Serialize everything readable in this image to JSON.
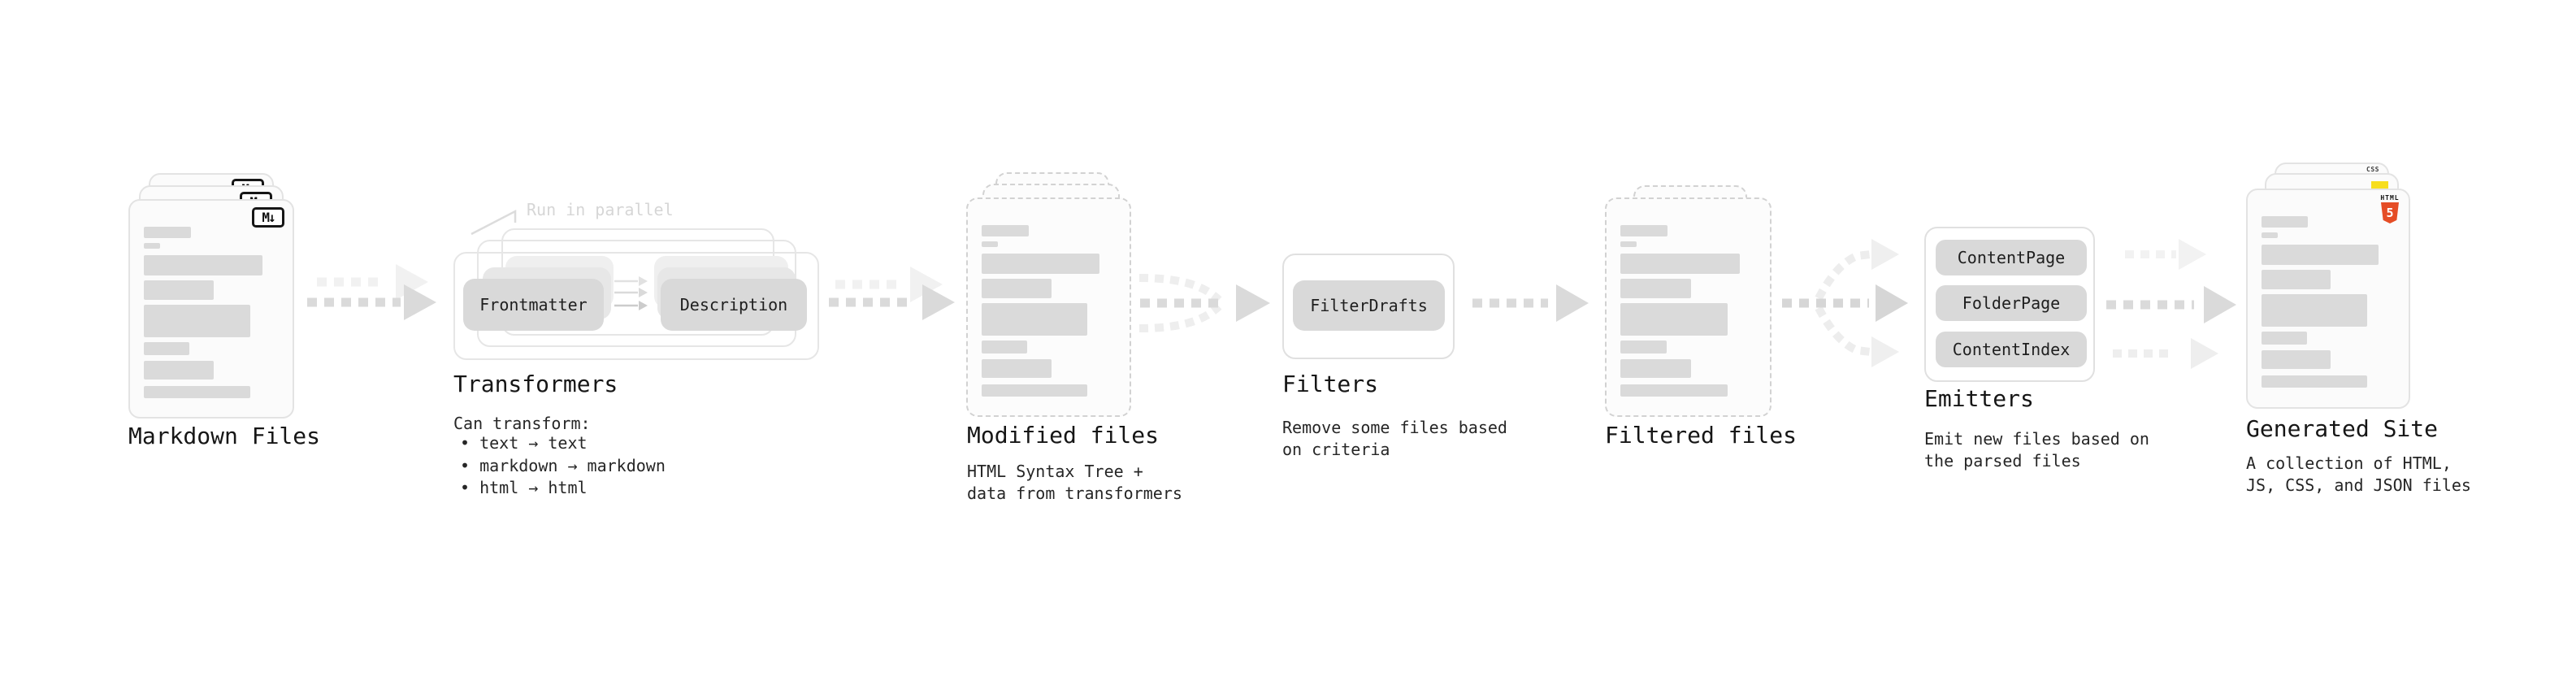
{
  "sections": {
    "markdown": {
      "title": "Markdown Files",
      "badge": "M↓"
    },
    "transformers": {
      "title": "Transformers",
      "note": "Run in parallel",
      "chip_left": "Frontmatter",
      "chip_right": "Description",
      "caption_intro": "Can transform:",
      "bullets": [
        "• text → text",
        "• markdown → markdown",
        "• html → html"
      ]
    },
    "modified": {
      "title": "Modified files",
      "caption": "HTML Syntax Tree +\ndata from transformers"
    },
    "filters": {
      "title": "Filters",
      "chip": "FilterDrafts",
      "caption": "Remove some files based\non criteria"
    },
    "filtered": {
      "title": "Filtered files"
    },
    "emitters": {
      "title": "Emitters",
      "chips": [
        "ContentPage",
        "FolderPage",
        "ContentIndex"
      ],
      "caption": "Emit new files based on\nthe parsed files"
    },
    "generated": {
      "title": "Generated Site",
      "caption": "A collection of HTML,\nJS, CSS, and JSON files",
      "badge_css": "CSS",
      "badge_html_word": "HTML",
      "badge_html_number": "5"
    }
  },
  "colors": {
    "html5_orange": "#e54d26",
    "js_yellow": "#f7de1e",
    "css_blue": "#2862e9"
  }
}
